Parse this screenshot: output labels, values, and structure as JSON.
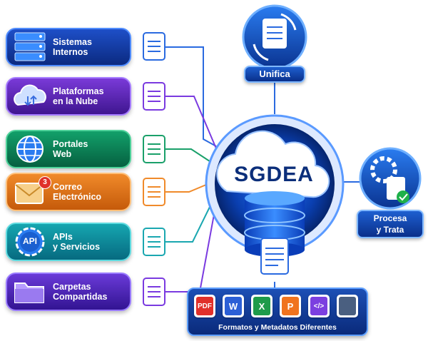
{
  "center": {
    "title": "SGDEA"
  },
  "sources": [
    {
      "label": "Sistemas\nInternos",
      "color": "#1c3fae",
      "icon": "server-icon"
    },
    {
      "label": "Plataformas\nen la Nube",
      "color": "#6a2bc4",
      "icon": "cloud-sync-icon"
    },
    {
      "label": "Portales\nWeb",
      "color": "#0e8a5c",
      "icon": "globe-icon"
    },
    {
      "label": "Correo\nElectrónico",
      "color": "#e8771a",
      "icon": "mail-icon",
      "badge": "3"
    },
    {
      "label": "APIs\ny Servicios",
      "color": "#0f8f9a",
      "icon": "api-gear-icon",
      "icon_text": "API"
    },
    {
      "label": "Carpetas\nCompartidas",
      "color": "#5a2fc0",
      "icon": "folder-icon"
    }
  ],
  "unify": {
    "label": "Unifica"
  },
  "process": {
    "label": "Procesa\ny Trata"
  },
  "formats": {
    "label": "Formatos y Metadatos Diferentes",
    "items": [
      {
        "icon": "pdf-icon",
        "text": "PDF",
        "color": "#e0302a"
      },
      {
        "icon": "word-icon",
        "text": "W",
        "color": "#2b5fd6"
      },
      {
        "icon": "excel-icon",
        "text": "X",
        "color": "#1e9b4a"
      },
      {
        "icon": "powerpoint-icon",
        "text": "P",
        "color": "#f0731e"
      },
      {
        "icon": "code-icon",
        "text": "</>",
        "color": "#7b3fe0"
      },
      {
        "icon": "image-icon",
        "text": "",
        "color": "#4a5f80"
      }
    ]
  }
}
